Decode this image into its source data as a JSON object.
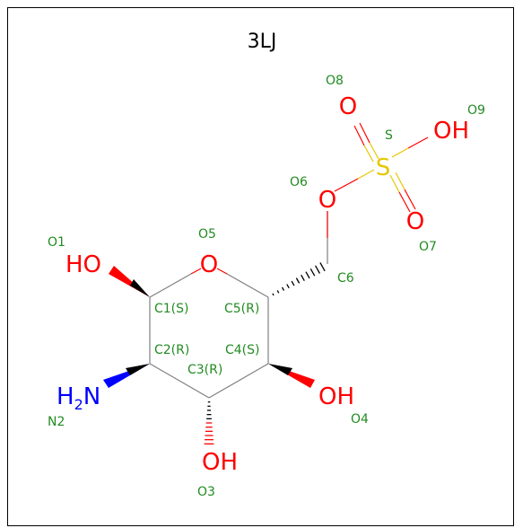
{
  "title": "3LJ",
  "colors": {
    "oxygen": "#ff0000",
    "nitrogen": "#0000ff",
    "sulfur": "#e5c700",
    "carbon_bond": "#808080",
    "label": "#228b22",
    "title": "#000000"
  },
  "atoms": {
    "o1": {
      "symbol": "HO",
      "label": "O1"
    },
    "o5": {
      "symbol": "O",
      "label": "O5"
    },
    "c1": {
      "label": "C1(S)"
    },
    "c5": {
      "label": "C5(R)"
    },
    "c6": {
      "label": "C6"
    },
    "c2": {
      "label": "C2(R)"
    },
    "c3": {
      "label": "C3(R)"
    },
    "c4": {
      "label": "C4(S)"
    },
    "n2": {
      "symbol": "H",
      "sub": "2",
      "symbol2": "N",
      "label": "N2"
    },
    "o3": {
      "symbol": "OH",
      "label": "O3"
    },
    "o4": {
      "symbol": "OH",
      "label": "O4"
    },
    "o6": {
      "symbol": "O",
      "label": "O6"
    },
    "s": {
      "symbol": "S",
      "label": "S"
    },
    "o7": {
      "symbol": "O",
      "label": "O7"
    },
    "o8": {
      "symbol": "O",
      "label": "O8"
    },
    "o9": {
      "symbol": "OH",
      "label": "O9"
    }
  }
}
